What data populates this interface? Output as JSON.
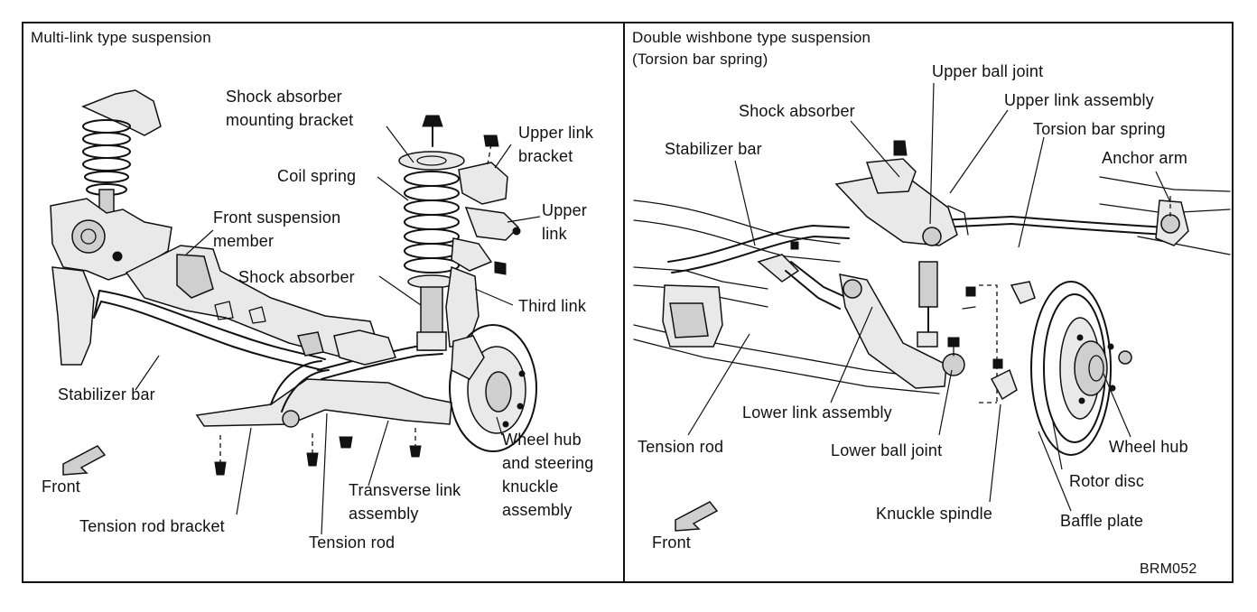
{
  "panels": [
    {
      "title": "Multi-link type suspension",
      "labels": [
        "Shock absorber\nmounting bracket",
        "Coil spring",
        "Upper link\nbracket",
        "Upper\nlink",
        "Front suspension\nmember",
        "Shock absorber",
        "Third link",
        "Stabilizer bar",
        "Wheel hub\nand steering\nknuckle\nassembly",
        "Transverse link\nassembly",
        "Front",
        "Tension rod bracket",
        "Tension rod"
      ]
    },
    {
      "title": "Double wishbone type suspension\n(Torsion bar spring)",
      "labels": [
        "Upper ball joint",
        "Upper link assembly",
        "Shock absorber",
        "Torsion bar spring",
        "Stabilizer bar",
        "Anchor arm",
        "Lower link assembly",
        "Tension rod",
        "Lower ball joint",
        "Wheel hub",
        "Rotor disc",
        "Knuckle spindle",
        "Baffle plate",
        "Front"
      ]
    }
  ],
  "figure_code": "BRM052",
  "icons": [
    "front-arrow-icon",
    "front-arrow-icon"
  ]
}
